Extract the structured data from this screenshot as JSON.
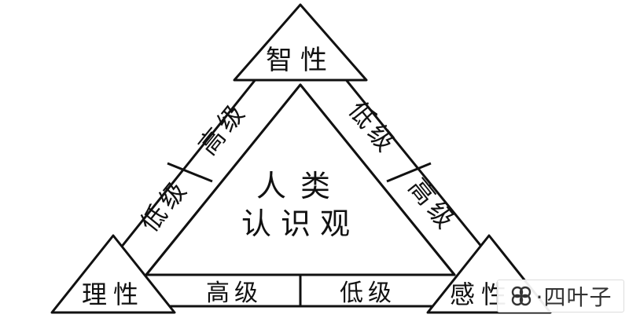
{
  "corners": {
    "top": "智性",
    "left": "理性",
    "right": "感性"
  },
  "center": {
    "line1": "人类",
    "line2": "认识观"
  },
  "left_edge": {
    "upper": "高级",
    "lower": "低级"
  },
  "right_edge": {
    "upper": "低级",
    "lower": "高级"
  },
  "bottom_edge": {
    "left": "高级",
    "right": "低级"
  },
  "watermark": {
    "text": "·四叶子"
  }
}
